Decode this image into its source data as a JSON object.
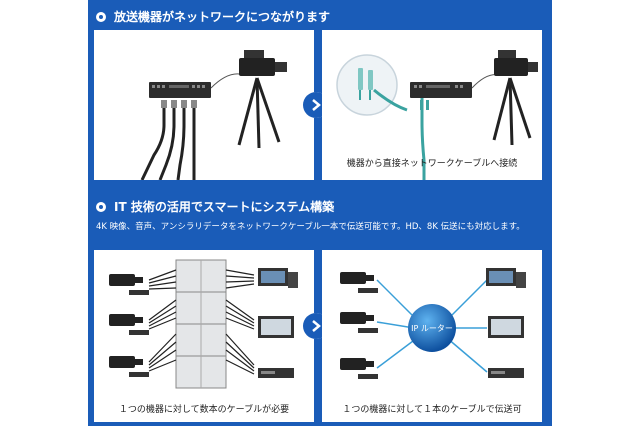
{
  "section1": {
    "title": "放送機器がネットワークにつながります",
    "right_caption": "機器から直接ネットワークケーブルへ接続"
  },
  "section2": {
    "title": "IT 技術の活用でスマートにシステム構築",
    "description": "4K 映像、音声、アンシラリデータをネットワークケーブル一本で伝送可能です。HD、8K 伝送にも対応します。",
    "left_caption": "１つの機器に対して数本のケーブルが必要",
    "right_caption": "１つの機器に対して１本のケーブルで伝送可",
    "router_label": "IP ルーター"
  },
  "icons": [
    "camera-icon",
    "tripod-icon",
    "broadcast-device-icon",
    "cable-icon",
    "fiber-connector-icon",
    "monitor-icon",
    "recorder-icon",
    "computer-icon",
    "router-icon",
    "arrow-right-icon",
    "circle-bullet-icon"
  ],
  "colors": {
    "frame_blue": "#1a5cb8",
    "router_blue": "#1e7ad6",
    "fiber_teal": "#3aa3a0"
  }
}
